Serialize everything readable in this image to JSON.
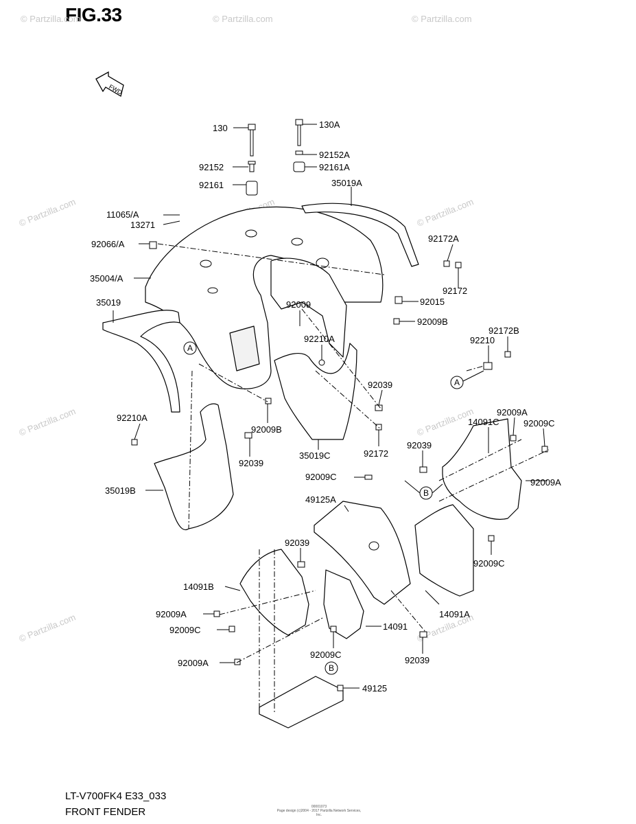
{
  "figure": {
    "title": "FIG.33",
    "footer_code": "LT-V700FK4 E33_033",
    "footer_name": "FRONT FENDER",
    "credit_line1": "00001073",
    "credit_line2": "Page design (c)2004 - 2017 Partzilla Network Services, Inc."
  },
  "watermark": "© Partzilla.com",
  "fwd_label": "FWD",
  "refs": {
    "A": "A",
    "B": "B"
  },
  "labels": {
    "p130": "130",
    "p130A": "130A",
    "p92152": "92152",
    "p92152A": "92152A",
    "p92161": "92161",
    "p92161A": "92161A",
    "p35019A": "35019A",
    "p11065A": "11065/A",
    "p13271": "13271",
    "p92066A": "92066/A",
    "p92172A": "92172A",
    "p35004A": "35004/A",
    "p92172_1": "92172",
    "p92009_1": "92009",
    "p92015": "92015",
    "p35019": "35019",
    "p92009B_1": "92009B",
    "p92210A_1": "92210A",
    "p92172B": "92172B",
    "p92210": "92210",
    "p92039_1": "92039",
    "p92210A_2": "92210A",
    "p92009B_2": "92009B",
    "p92009A_1": "92009A",
    "p14091C": "14091C",
    "p92009C_1": "92009C",
    "p92039_2": "92039",
    "p92039_3": "92039",
    "p35019C": "35019C",
    "p92172_2": "92172",
    "p92009A_2": "92009A",
    "p35019B": "35019B",
    "p92009C_2": "92009C",
    "p49125A": "49125A",
    "p92009C_3": "92009C",
    "p92039_4": "92039",
    "p14091B": "14091B",
    "p14091A": "14091A",
    "p92009A_3": "92009A",
    "p92009C_4": "92009C",
    "p14091": "14091",
    "p92009C_5": "92009C",
    "p92039_5": "92039",
    "p92009A_4": "92009A",
    "p49125": "49125"
  }
}
